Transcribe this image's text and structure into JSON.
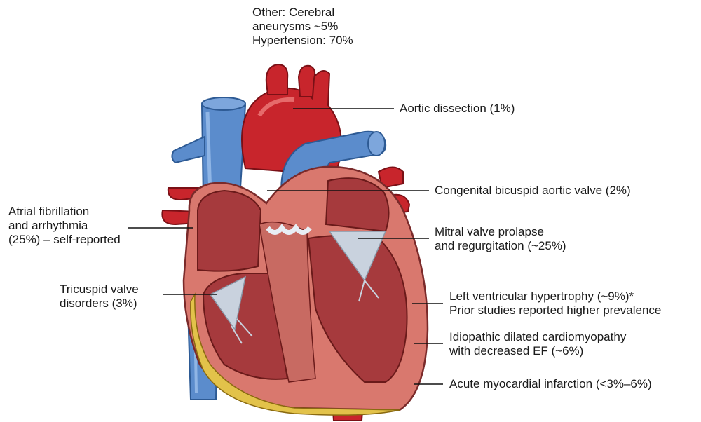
{
  "labels": {
    "top": [
      "Other: Cerebral",
      "aneurysms ~5%",
      "Hypertension: 70%"
    ],
    "aortic": [
      "Aortic dissection (1%)"
    ],
    "bicuspid": [
      "Congenital bicuspid aortic valve (2%)"
    ],
    "mitral": [
      "Mitral valve prolapse",
      "and regurgitation (~25%)"
    ],
    "lvh": [
      "Left ventricular hypertrophy (~9%)*",
      "Prior studies reported higher prevalence"
    ],
    "dilated": [
      "Idiopathic dilated cardiomyopathy",
      "with decreased EF (~6%)"
    ],
    "mi": [
      "Acute myocardial infarction (<3%–6%)"
    ],
    "afib": [
      "Atrial fibrillation",
      "and arrhythmia",
      "(25%) – self-reported"
    ],
    "tricuspid": [
      "Tricuspid valve",
      "disorders (3%)"
    ]
  },
  "colors": {
    "artery_red": "#c8252c",
    "vein_blue": "#5b8ccc",
    "muscle_pink": "#d9786e",
    "chamber_dark": "#a63a3d",
    "valve_grey": "#c9d2de",
    "fat_yellow": "#e2c24a"
  }
}
